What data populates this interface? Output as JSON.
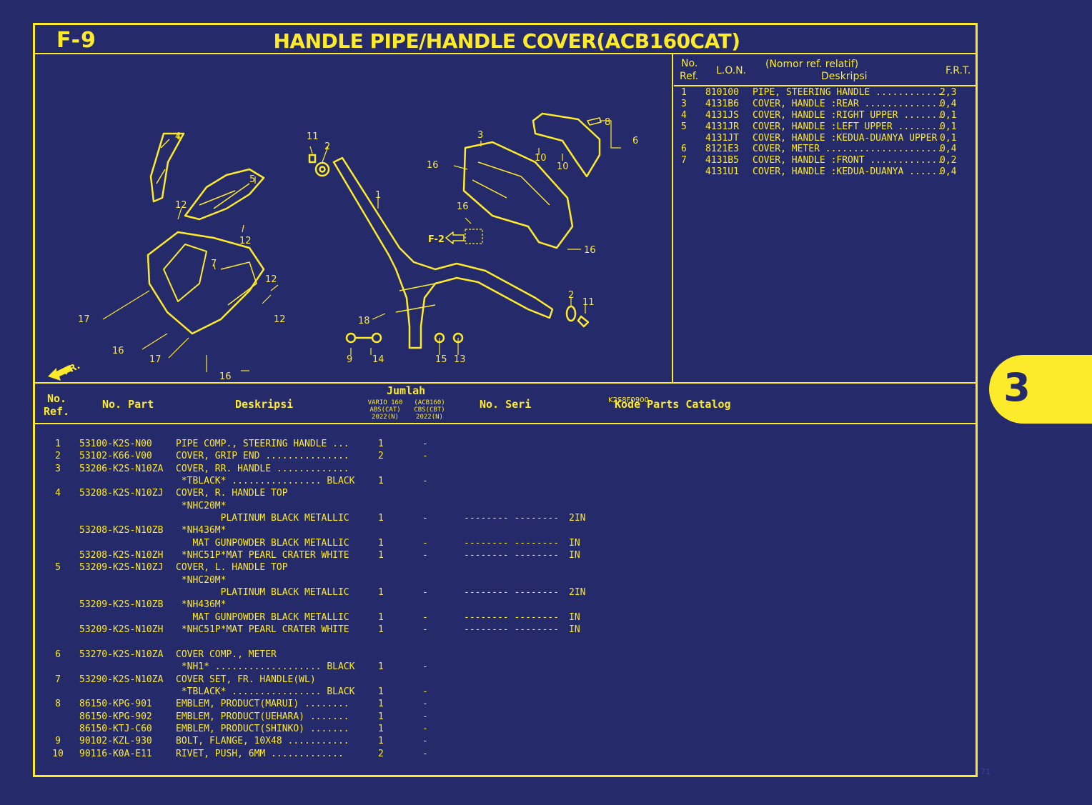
{
  "header": {
    "code": "F-9",
    "title": "HANDLE PIPE/HANDLE COVER(ACB160CAT)"
  },
  "diagram": {
    "code": "K2S8F0900",
    "fr_label": "FR.",
    "ref_label": "F-2",
    "callouts": [
      "1",
      "2",
      "2",
      "3",
      "4",
      "5",
      "6",
      "7",
      "8",
      "9",
      "10",
      "10",
      "11",
      "11",
      "12",
      "12",
      "12",
      "12",
      "13",
      "14",
      "15",
      "16",
      "16",
      "16",
      "16",
      "16",
      "17",
      "17",
      "18"
    ]
  },
  "ref_table": {
    "header": {
      "no": "No.",
      "ref": "Ref.",
      "lon": "L.O.N.",
      "nomor": "(Nomor ref. relatif)",
      "deskripsi": "Deskripsi",
      "frt": "F.R.T."
    },
    "rows": [
      {
        "no": "1",
        "lon": "810100",
        "desc": "PIPE, STEERING HANDLE ............",
        "frt": "2,3"
      },
      {
        "no": "3",
        "lon": "4131B6",
        "desc": "COVER, HANDLE :REAR ..............",
        "frt": "0,4"
      },
      {
        "no": "4",
        "lon": "4131JS",
        "desc": "COVER, HANDLE :RIGHT UPPER .......",
        "frt": "0,1"
      },
      {
        "no": "5",
        "lon": "4131JR",
        "desc": "COVER, HANDLE :LEFT UPPER ........",
        "frt": "0,1"
      },
      {
        "no": "",
        "lon": "4131JT",
        "desc": "COVER, HANDLE :KEDUA-DUANYA UPPER",
        "frt": "0,1"
      },
      {
        "no": "6",
        "lon": "8121E3",
        "desc": "COVER, METER .....................",
        "frt": "0,4"
      },
      {
        "no": "7",
        "lon": "4131B5",
        "desc": "COVER, HANDLE :FRONT .............",
        "frt": "0,2"
      },
      {
        "no": "",
        "lon": "4131U1",
        "desc": "COVER, HANDLE :KEDUA-DUANYA ......",
        "frt": "0,4"
      }
    ]
  },
  "parts_list": {
    "header": {
      "no": "No.",
      "ref": "Ref.",
      "no_part": "No. Part",
      "deskripsi": "Deskripsi",
      "jumlah": "Jumlah",
      "col1_line1": "VARIO 160",
      "col1_line2": "ABS(CAT)",
      "col1_line3": "2022(N)",
      "col2_line1": "(ACB160)",
      "col2_line2": "CBS(CBT)",
      "col2_line3": "2022(N)",
      "no_seri": "No. Seri",
      "kode": "Kode Parts Catalog"
    },
    "rows": [
      {
        "ref": "1",
        "no": "53100-K2S-N00",
        "desc": "PIPE COMP., STEERING HANDLE ...",
        "q1": "1",
        "q2": "-",
        "seri": "",
        "kode": ""
      },
      {
        "ref": "2",
        "no": "53102-K66-V00",
        "desc": "COVER, GRIP END ...............",
        "q1": "2",
        "q2": "-",
        "seri": "",
        "kode": ""
      },
      {
        "ref": "3",
        "no": "53206-K2S-N10ZA",
        "desc": "COVER, RR. HANDLE .............",
        "q1": "",
        "q2": "",
        "seri": "",
        "kode": ""
      },
      {
        "ref": "",
        "no": "",
        "desc": " *TBLACK* ................ BLACK",
        "q1": "1",
        "q2": "-",
        "seri": "",
        "kode": ""
      },
      {
        "ref": "4",
        "no": "53208-K2S-N10ZJ",
        "desc": "COVER, R. HANDLE TOP",
        "q1": "",
        "q2": "",
        "seri": "",
        "kode": ""
      },
      {
        "ref": "",
        "no": "",
        "desc": " *NHC20M*",
        "q1": "",
        "q2": "",
        "seri": "",
        "kode": ""
      },
      {
        "ref": "",
        "no": "",
        "desc": "        PLATINUM BLACK METALLIC",
        "q1": "1",
        "q2": "-",
        "seri": "-------- --------",
        "kode": "2IN"
      },
      {
        "ref": "",
        "no": "53208-K2S-N10ZB",
        "desc": " *NH436M*",
        "q1": "",
        "q2": "",
        "seri": "",
        "kode": ""
      },
      {
        "ref": "",
        "no": "",
        "desc": "   MAT GUNPOWDER BLACK METALLIC",
        "q1": "1",
        "q2": "-",
        "seri": "-------- --------",
        "kode": "IN"
      },
      {
        "ref": "",
        "no": "53208-K2S-N10ZH",
        "desc": " *NHC51P*MAT PEARL CRATER WHITE",
        "q1": "1",
        "q2": "-",
        "seri": "-------- --------",
        "kode": "IN"
      },
      {
        "ref": "5",
        "no": "53209-K2S-N10ZJ",
        "desc": "COVER, L. HANDLE TOP",
        "q1": "",
        "q2": "",
        "seri": "",
        "kode": ""
      },
      {
        "ref": "",
        "no": "",
        "desc": " *NHC20M*",
        "q1": "",
        "q2": "",
        "seri": "",
        "kode": ""
      },
      {
        "ref": "",
        "no": "",
        "desc": "        PLATINUM BLACK METALLIC",
        "q1": "1",
        "q2": "-",
        "seri": "-------- --------",
        "kode": "2IN"
      },
      {
        "ref": "",
        "no": "53209-K2S-N10ZB",
        "desc": " *NH436M*",
        "q1": "",
        "q2": "",
        "seri": "",
        "kode": ""
      },
      {
        "ref": "",
        "no": "",
        "desc": "   MAT GUNPOWDER BLACK METALLIC",
        "q1": "1",
        "q2": "-",
        "seri": "-------- --------",
        "kode": "IN"
      },
      {
        "ref": "",
        "no": "53209-K2S-N10ZH",
        "desc": " *NHC51P*MAT PEARL CRATER WHITE",
        "q1": "1",
        "q2": "-",
        "seri": "-------- --------",
        "kode": "IN"
      },
      {
        "ref": "",
        "no": "",
        "desc": "",
        "q1": "",
        "q2": "",
        "seri": "",
        "kode": ""
      },
      {
        "ref": "6",
        "no": "53270-K2S-N10ZA",
        "desc": "COVER COMP., METER",
        "q1": "",
        "q2": "",
        "seri": "",
        "kode": ""
      },
      {
        "ref": "",
        "no": "",
        "desc": " *NH1* ................... BLACK",
        "q1": "1",
        "q2": "-",
        "seri": "",
        "kode": ""
      },
      {
        "ref": "7",
        "no": "53290-K2S-N10ZA",
        "desc": "COVER SET, FR. HANDLE(WL)",
        "q1": "",
        "q2": "",
        "seri": "",
        "kode": ""
      },
      {
        "ref": "",
        "no": "",
        "desc": " *TBLACK* ................ BLACK",
        "q1": "1",
        "q2": "-",
        "seri": "",
        "kode": ""
      },
      {
        "ref": "8",
        "no": "86150-KPG-901",
        "desc": "EMBLEM, PRODUCT(MARUI) ........",
        "q1": "1",
        "q2": "-",
        "seri": "",
        "kode": ""
      },
      {
        "ref": "",
        "no": "86150-KPG-902",
        "desc": "EMBLEM, PRODUCT(UEHARA) .......",
        "q1": "1",
        "q2": "-",
        "seri": "",
        "kode": ""
      },
      {
        "ref": "",
        "no": "86150-KTJ-C60",
        "desc": "EMBLEM, PRODUCT(SHINKO) .......",
        "q1": "1",
        "q2": "-",
        "seri": "",
        "kode": ""
      },
      {
        "ref": "9",
        "no": "90102-KZL-930",
        "desc": "BOLT, FLANGE, 10X48 ...........",
        "q1": "1",
        "q2": "-",
        "seri": "",
        "kode": ""
      },
      {
        "ref": "10",
        "no": "90116-K0A-E11",
        "desc": "RIVET, PUSH, 6MM .............",
        "q1": "2",
        "q2": "-",
        "seri": "",
        "kode": ""
      }
    ]
  },
  "side_tab": {
    "label": "3"
  },
  "page_number": "71",
  "colors": {
    "background": "#252a6b",
    "accent": "#fdeb2b"
  }
}
